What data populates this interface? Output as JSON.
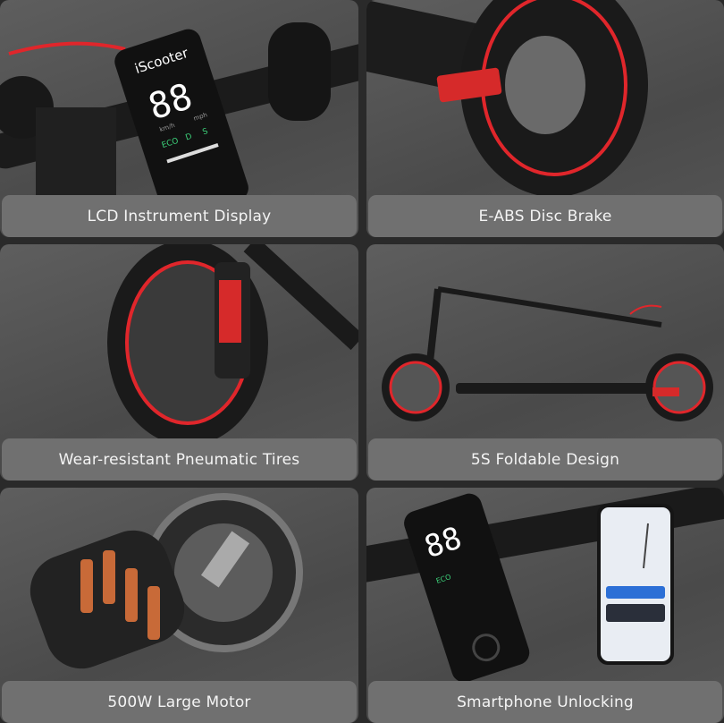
{
  "features": [
    {
      "label": "LCD Instrument Display"
    },
    {
      "label": "E-ABS Disc Brake"
    },
    {
      "label": "Wear-resistant Pneumatic Tires"
    },
    {
      "label": "5S Foldable Design"
    },
    {
      "label": "500W Large Motor"
    },
    {
      "label": "Smartphone Unlocking"
    }
  ],
  "display": {
    "brand": "iScooter",
    "speed": "88",
    "unit_kmh": "km/h",
    "unit_mph": "mph",
    "mode_eco": "ECO",
    "mode_d": "D",
    "mode_s": "S"
  },
  "colors": {
    "accent": "#e0262b",
    "label_bg": "#707070",
    "background": "#2a2a2a"
  }
}
